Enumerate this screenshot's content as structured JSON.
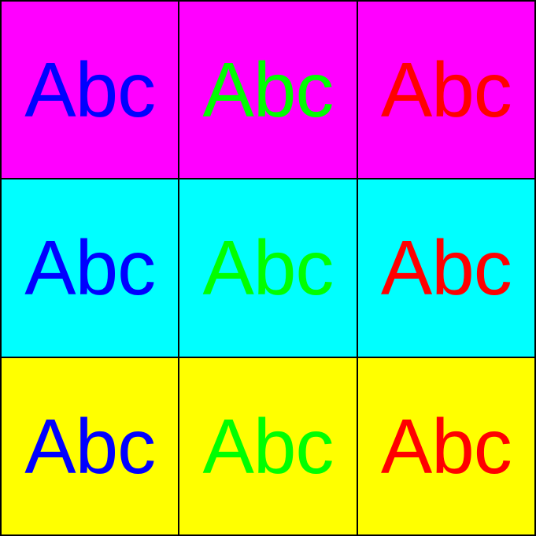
{
  "rows": [
    {
      "background": "#ff00ff",
      "cells": [
        {
          "text": "Abc",
          "color": "#0000ff"
        },
        {
          "text": "Abc",
          "color": "#00ff00"
        },
        {
          "text": "Abc",
          "color": "#ff0000"
        }
      ]
    },
    {
      "background": "#00ffff",
      "cells": [
        {
          "text": "Abc",
          "color": "#0000ff"
        },
        {
          "text": "Abc",
          "color": "#00ff00"
        },
        {
          "text": "Abc",
          "color": "#ff0000"
        }
      ]
    },
    {
      "background": "#ffff00",
      "cells": [
        {
          "text": "Abc",
          "color": "#0000ff"
        },
        {
          "text": "Abc",
          "color": "#00ff00"
        },
        {
          "text": "Abc",
          "color": "#ff0000"
        }
      ]
    }
  ]
}
